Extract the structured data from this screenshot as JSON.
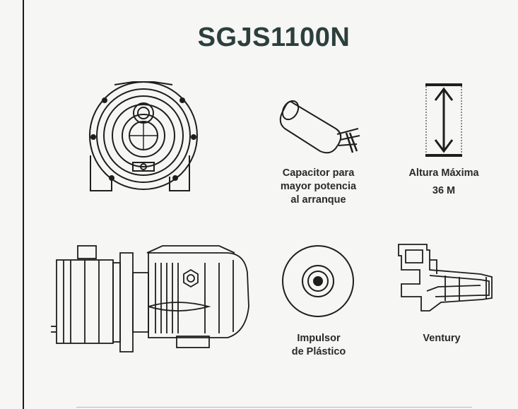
{
  "title": "SGJS1100N",
  "features": {
    "capacitor": {
      "line1": "Capacitor para",
      "line2": "mayor potencia",
      "line3": "al arranque"
    },
    "height": {
      "label": "Altura Máxima",
      "value": "36 M"
    },
    "impeller": {
      "line1": "Impulsor",
      "line2": "de Plástico"
    },
    "venturi": {
      "label": "Ventury"
    }
  }
}
